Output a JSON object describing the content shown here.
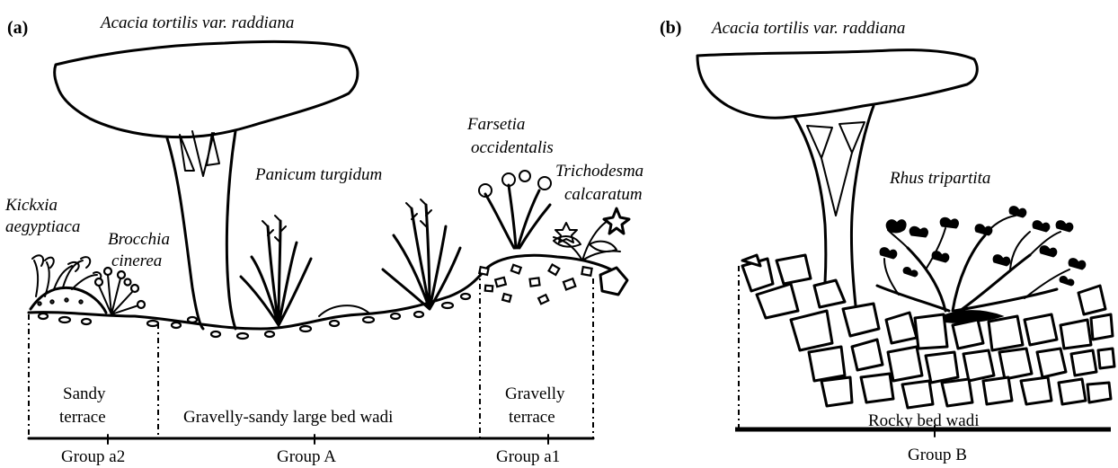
{
  "panel_a": {
    "label": "(a)",
    "tree_name": "Acacia tortilis var. raddiana",
    "species": {
      "kickxia_1": "Kickxia",
      "kickxia_2": "aegyptiaca",
      "brocchia_1": "Brocchia",
      "brocchia_2": "cinerea",
      "panicum": "Panicum turgidum",
      "farsetia_1": "Farsetia",
      "farsetia_2": "occidentalis",
      "trichodesma_1": "Trichodesma",
      "trichodesma_2": "calcaratum"
    },
    "zones": {
      "sandy_1": "Sandy",
      "sandy_2": "terrace",
      "gravelly_sandy": "Gravelly-sandy large bed wadi",
      "gravelly_1": "Gravelly",
      "gravelly_2": "terrace"
    },
    "groups": {
      "a2": "Group a2",
      "A": "Group  A",
      "a1": "Group  a1"
    }
  },
  "panel_b": {
    "label": "(b)",
    "tree_name": "Acacia tortilis var. raddiana",
    "shrub_name": "Rhus tripartita",
    "zone": "Rocky bed wadi",
    "group": "Group B"
  }
}
